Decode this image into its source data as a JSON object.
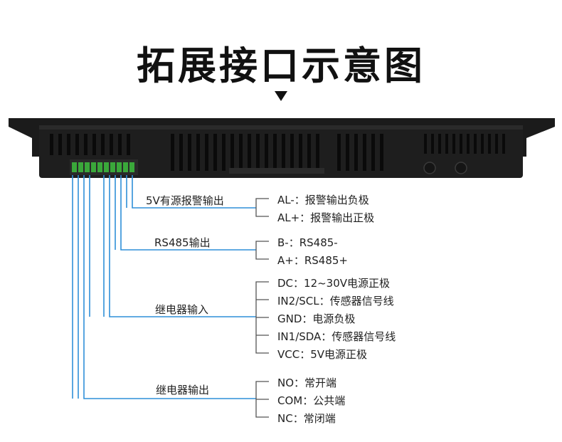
{
  "title": "拓展接口示意图",
  "groups": [
    {
      "label": "5V有源报警输出",
      "pins": [
        "AL-：报警输出负极",
        "AL+：报警输出正极"
      ]
    },
    {
      "label": "RS485输出",
      "pins": [
        "B-：RS485-",
        "A+：RS485+"
      ]
    },
    {
      "label": "继电器输入",
      "pins": [
        "DC：12~30V电源正极",
        "IN2/SCL：传感器信号线",
        "GND：电源负极",
        "IN1/SDA：传感器信号线",
        "VCC：5V电源正极"
      ]
    },
    {
      "label": "继电器输出",
      "pins": [
        "NO：常开端",
        "COM：公共端",
        "NC：常闭端"
      ]
    }
  ],
  "colors": {
    "wire": "#2f8fd8",
    "bracket": "#555555",
    "device": "#1a1a1a",
    "terminal": "#3aa83a"
  }
}
